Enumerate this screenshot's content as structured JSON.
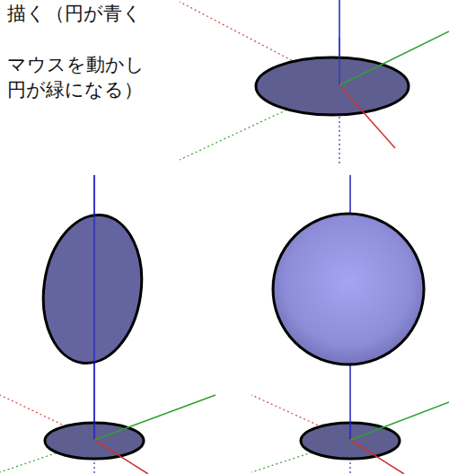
{
  "diagram": {
    "labels": [
      "描く（円が青く",
      "マウスを動かし",
      "円が緑になる）"
    ]
  }
}
